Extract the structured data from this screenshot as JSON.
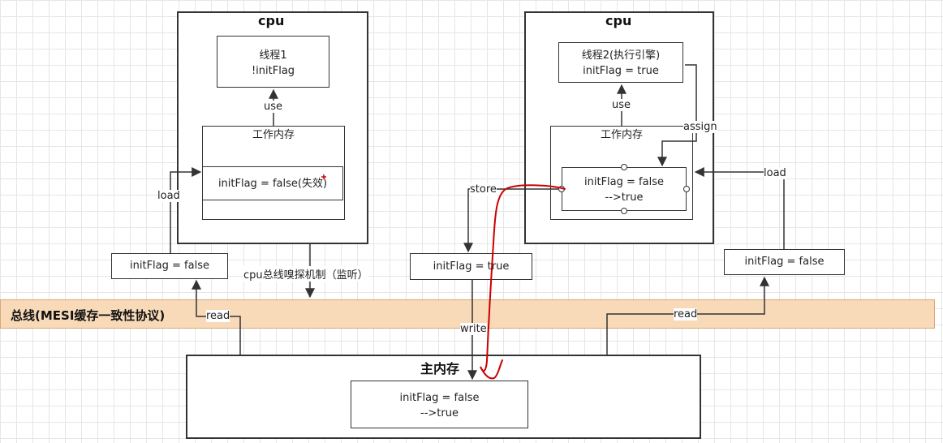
{
  "cpu_left": {
    "title": "cpu",
    "thread": {
      "line1": "线程1",
      "line2": "!initFlag"
    },
    "use_label": "use",
    "work_mem_title": "工作内存",
    "var_value": "initFlag = false(失效)",
    "load_label": "load"
  },
  "cpu_right": {
    "title": "cpu",
    "thread": {
      "line1": "线程2(执行引擎)",
      "line2": "initFlag = true"
    },
    "use_label": "use",
    "assign_label": "assign",
    "work_mem_title": "工作内存",
    "var_line1": "initFlag = false",
    "var_line2": "-->true",
    "load_label": "load",
    "store_label": "store"
  },
  "left_cache": {
    "value": "initFlag = false"
  },
  "middle_cache": {
    "value": "initFlag = true"
  },
  "right_cache": {
    "value": "initFlag = false"
  },
  "sniff_label": "cpu总线嗅探机制（监听）",
  "bus": {
    "label": "总线(MESI缓存一致性协议)",
    "read_left": "read",
    "read_right": "read",
    "write": "write"
  },
  "main_memory": {
    "title": "主内存",
    "var_line1": "initFlag = false",
    "var_line2": "-->true"
  },
  "colors": {
    "bus_fill": "#f8d9b8",
    "annotation_red": "#cc0000"
  }
}
